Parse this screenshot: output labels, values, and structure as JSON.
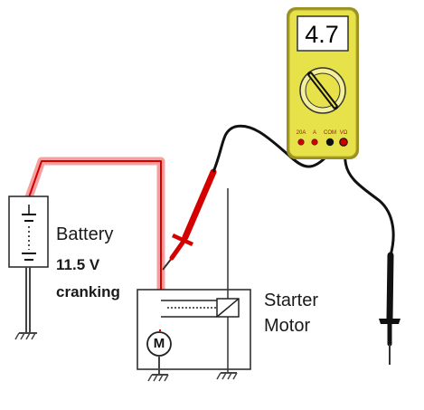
{
  "battery": {
    "label": "Battery",
    "voltage": "11.5 V",
    "condition": "cranking"
  },
  "starter": {
    "label_line1": "Starter",
    "label_line2": "Motor",
    "motor_symbol": "M"
  },
  "meter": {
    "reading": "4.7",
    "jacks": [
      "20A",
      "A",
      "COM",
      "VΩ"
    ]
  },
  "colors": {
    "positive_lead": "#d40000",
    "negative_lead": "#111111",
    "highlight": "#f4a0a0",
    "meter_body": "#e8e24a",
    "meter_frame": "#9a9020"
  }
}
